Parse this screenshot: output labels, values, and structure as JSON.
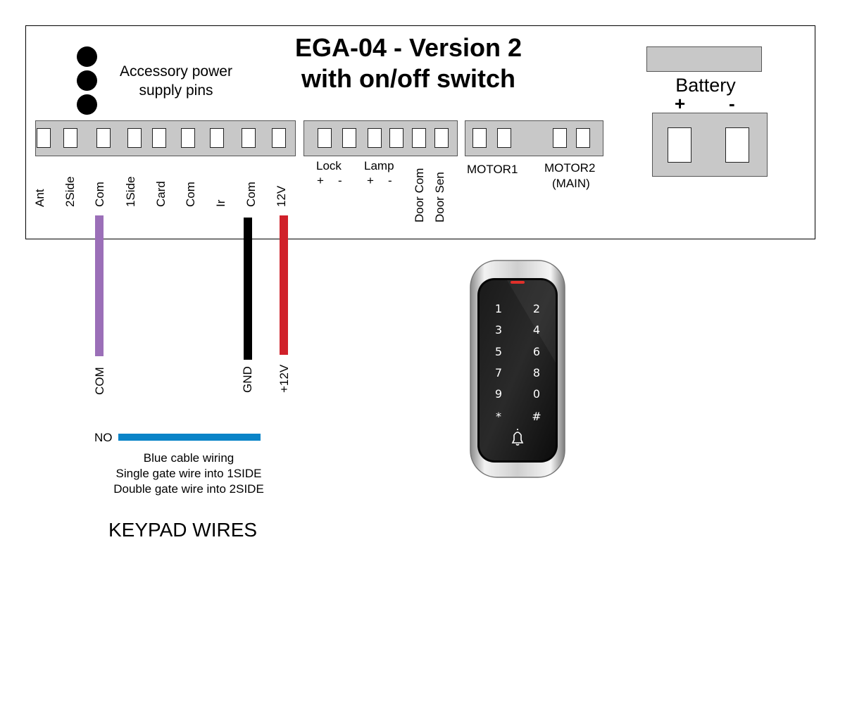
{
  "diagram": {
    "title_line1": "EGA-04 - Version 2",
    "title_line2": "with on/off switch",
    "accessory_line1": "Accessory power",
    "accessory_line2": "supply pins",
    "battery_label": "Battery",
    "battery_plus": "+",
    "battery_minus": "-",
    "terminals_main": [
      "Ant",
      "2Side",
      "Com",
      "1Side",
      "Card",
      "Com",
      "Ir",
      "Com",
      "12V"
    ],
    "lock_label": "Lock",
    "lamp_label": "Lamp",
    "plus": "+",
    "minus": "-",
    "door_com": "Door Com",
    "door_sen": "Door Sen",
    "motor1": "MOTOR1",
    "motor2_line1": "MOTOR2",
    "motor2_line2": "(MAIN)",
    "wires": [
      {
        "label": "COM",
        "color": "#9b6fb8"
      },
      {
        "label": "GND",
        "color": "#000000"
      },
      {
        "label": "+12V",
        "color": "#d0212a"
      }
    ],
    "no_label": "NO",
    "no_wire_color": "#0a84c8",
    "blue_note_line1": "Blue cable wiring",
    "blue_note_line2": "Single gate wire into 1SIDE",
    "blue_note_line3": "Double gate wire into 2SIDE",
    "keypad_wires_label": "KEYPAD WIRES",
    "keypad_keys": [
      "1",
      "2",
      "3",
      "4",
      "5",
      "6",
      "7",
      "8",
      "9",
      "0",
      "*",
      "#"
    ]
  }
}
